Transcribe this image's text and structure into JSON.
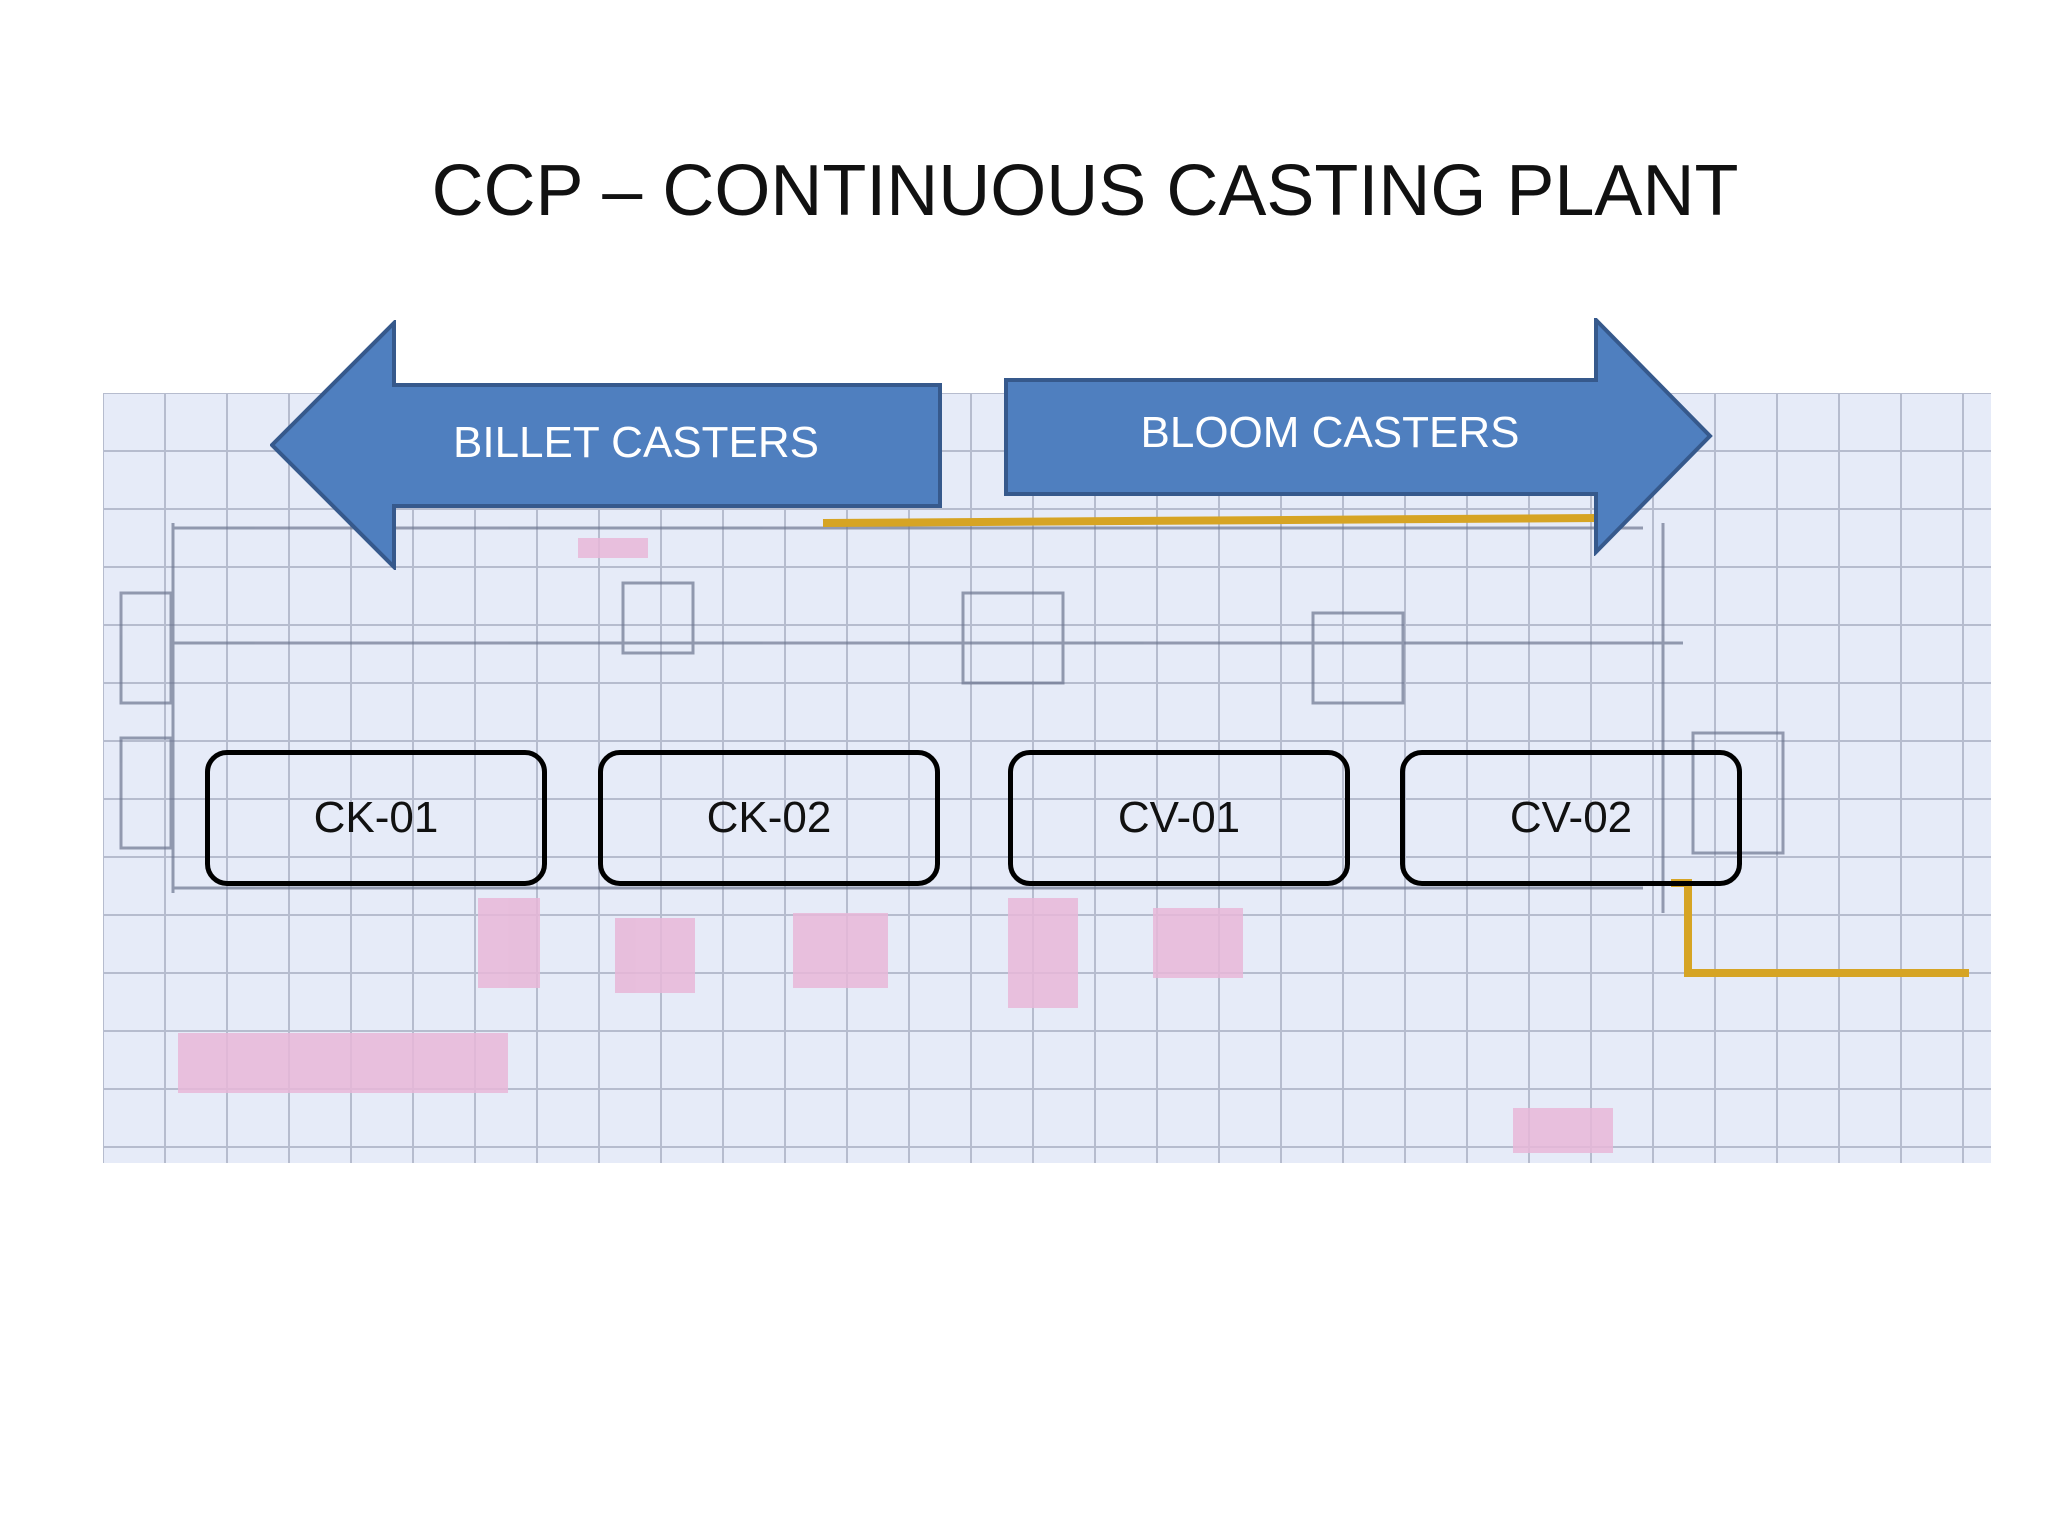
{
  "title": "CCP – CONTINUOUS CASTING PLANT",
  "arrows": {
    "left": {
      "label": "BILLET CASTERS",
      "direction": "left",
      "color": "#4f7fbf"
    },
    "right": {
      "label": "BLOOM CASTERS",
      "direction": "right",
      "color": "#4f7fbf"
    }
  },
  "units": [
    {
      "label": "CK-01"
    },
    {
      "label": "CK-02"
    },
    {
      "label": "CV-01"
    },
    {
      "label": "CV-02"
    }
  ],
  "colors": {
    "blueprint_bg": "#e6ebf8",
    "grid_line": "#8f97ad",
    "pink_area": "#e8b7d8",
    "route_line": "#d6a424"
  }
}
